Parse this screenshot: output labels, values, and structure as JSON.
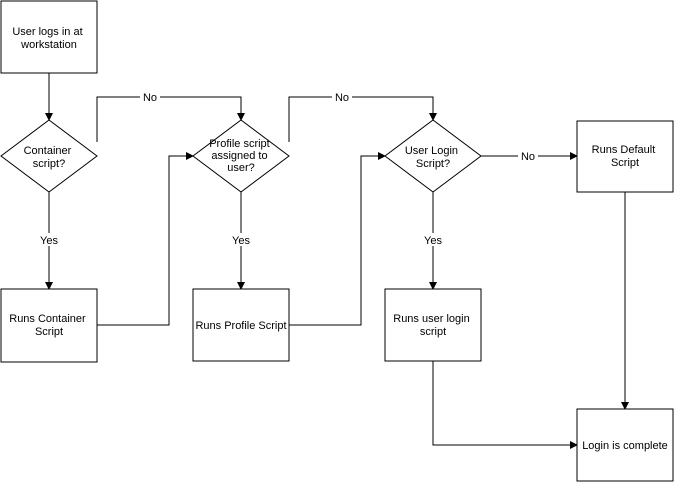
{
  "flowchart": {
    "nodes": {
      "start": {
        "lines": [
          "User logs in at",
          "workstation"
        ]
      },
      "container_q": {
        "lines": [
          "Container",
          "script?"
        ]
      },
      "runs_container": {
        "lines": [
          "Runs Container",
          "Script"
        ]
      },
      "profile_q": {
        "lines": [
          "Profile script",
          "assigned to",
          "user?"
        ]
      },
      "runs_profile": {
        "lines": [
          "Runs Profile Script"
        ]
      },
      "login_q": {
        "lines": [
          "User Login",
          "Script?"
        ]
      },
      "runs_user_login": {
        "lines": [
          "Runs user login",
          "script"
        ]
      },
      "runs_default": {
        "lines": [
          "Runs Default",
          "Script"
        ]
      },
      "complete": {
        "lines": [
          "Login is complete"
        ]
      }
    },
    "edge_labels": {
      "container_no": "No",
      "container_yes": "Yes",
      "profile_no": "No",
      "profile_yes": "Yes",
      "login_no": "No",
      "login_yes": "Yes"
    }
  }
}
